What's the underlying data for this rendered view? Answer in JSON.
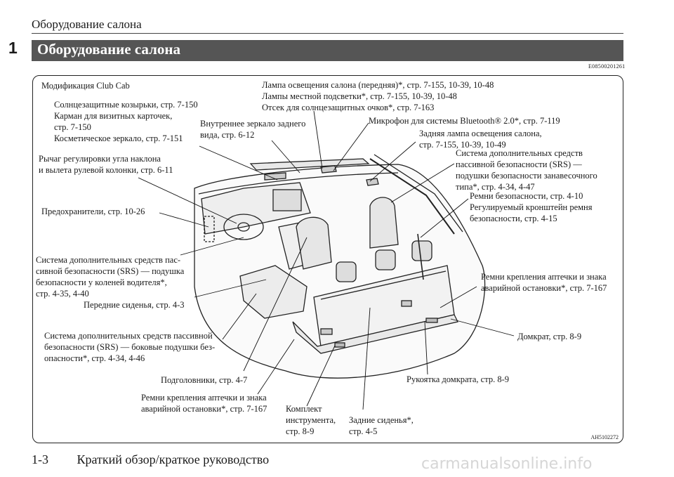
{
  "header": {
    "running_title": "Оборудование салона"
  },
  "chapter_number": "1",
  "section": {
    "title": "Оборудование салона",
    "code": "E08500201261"
  },
  "figure": {
    "code": "AH5102272",
    "labels": {
      "club_cab": "Модификация Club Cab",
      "sun_visors": "Солнцезащитные козырьки, стр. 7-150\nКарман для визитных карточек,\nстр. 7-150\nКосметическое зеркало, стр. 7-151",
      "tilt_lever": "Рычаг регулировки угла наклона\nи вылета рулевой колонки, стр. 6-11",
      "fuses": "Предохранители, стр. 10-26",
      "knee_srs": "Система дополнительных средств пас-\nсивной безопасности (SRS) — подушка\nбезопасности у коленей водителя*,\nстр. 4-35, 4-40",
      "front_seats": "Передние сиденья, стр. 4-3",
      "side_srs": "Система дополнительных средств пассивной\nбезопасности (SRS) — боковые подушки без-\nопасности*, стр. 4-34, 4-46",
      "headrests": "Подголовники, стр. 4-7",
      "first_aid_left": "Ремни крепления аптечки и знака\nаварийной остановки*, стр. 7-167",
      "tool_kit": "Комплект\nинструмента,\nстр. 8-9",
      "rear_seats": "Задние сиденья*,\nстр. 4-5",
      "jack_handle": "Рукоятка домкрата, стр. 8-9",
      "jack": "Домкрат, стр. 8-9",
      "first_aid_right": "Ремни крепления аптечки и знака\nаварийной остановки*, стр. 7-167",
      "seat_belts": "Ремни безопасности, стр. 4-10\nРегулируемый кронштейн ремня\nбезопасности, стр. 4-15",
      "curtain_srs": "Система дополнительных средств\nпассивной безопасности (SRS) —\nподушки безопасности занавесочного\nтипа*, стр. 4-34, 4-47",
      "rear_lamp": "Задняя лампа освещения салона,\nстр. 7-155, 10-39, 10-49",
      "microphone": "Микрофон для системы Bluetooth® 2.0*, стр. 7-119",
      "front_lamps": "Лампа освещения салона (передняя)*, стр. 7-155, 10-39, 10-48\nЛампы местной подсветки*, стр. 7-155, 10-39, 10-48\nОтсек для солнцезащитных очков*, стр. 7-163",
      "mirror": "Внутреннее зеркало заднего\nвида, стр. 6-12"
    }
  },
  "footer": {
    "page": "1-3",
    "title": "Краткий обзор/краткое руководство"
  },
  "watermark": "carmanualsonline.info"
}
